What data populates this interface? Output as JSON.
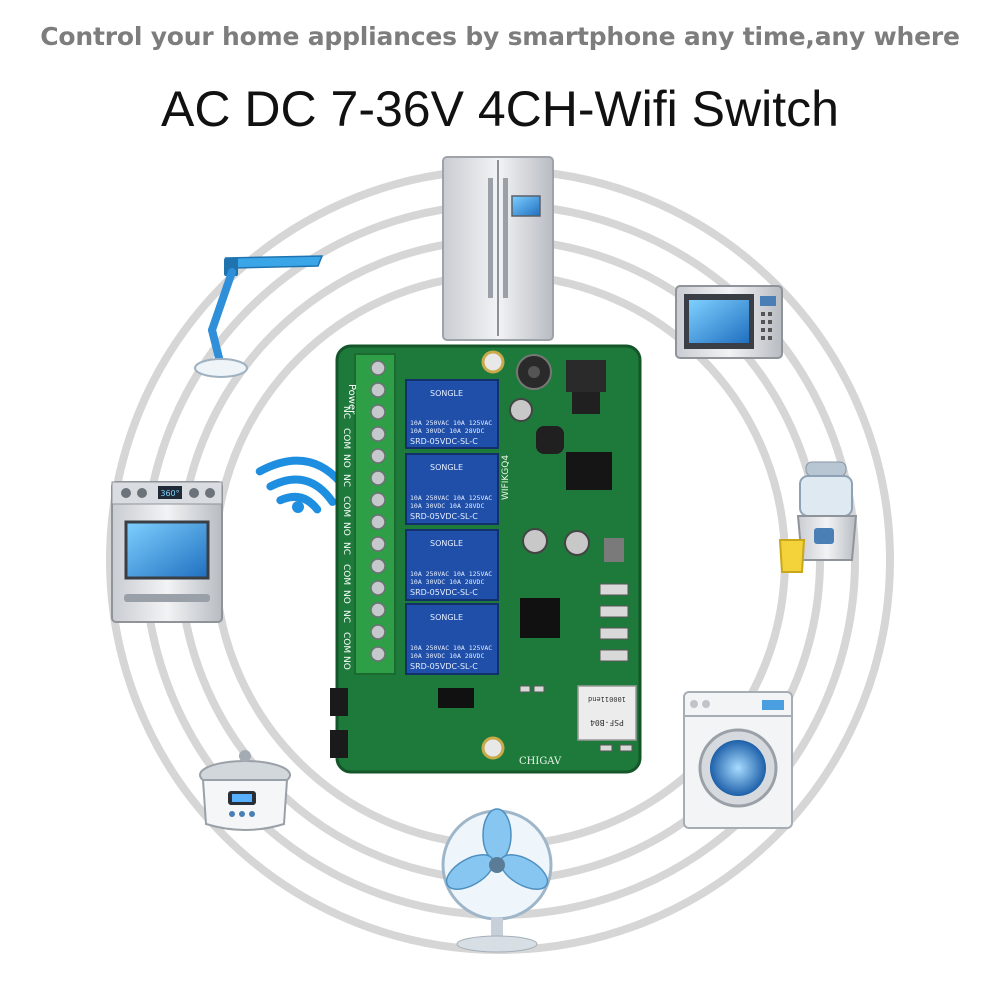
{
  "header": {
    "tagline": "Control your home appliances by smartphone any time,any where",
    "title": "AC DC 7-36V  4CH-Wifi Switch"
  },
  "board": {
    "terminal_label": "Power",
    "terminal_channel_labels": [
      "NC",
      "COM",
      "NO"
    ],
    "model_marking": "WIFIKGQ4",
    "brand_marking": "CHIGAV",
    "module_marking": [
      "PSF-B04",
      "100011end"
    ],
    "relays": [
      {
        "brand": "SONGLE",
        "rating_a": "10A 250VAC  10A 125VAC",
        "rating_b": "10A  30VDC  10A  28VDC",
        "model": "SRD-05VDC-SL-C"
      },
      {
        "brand": "SONGLE",
        "rating_a": "10A 250VAC  10A 125VAC",
        "rating_b": "10A  30VDC  10A  28VDC",
        "model": "SRD-05VDC-SL-C"
      },
      {
        "brand": "SONGLE",
        "rating_a": "10A 250VAC  10A 125VAC",
        "rating_b": "10A  30VDC  10A  28VDC",
        "model": "SRD-05VDC-SL-C"
      },
      {
        "brand": "SONGLE",
        "rating_a": "10A 250VAC  10A 125VAC",
        "rating_b": "10A  30VDC  10A  28VDC",
        "model": "SRD-05VDC-SL-C"
      }
    ]
  },
  "appliances": {
    "oven_display": "360°"
  },
  "icons": [
    "refrigerator-icon",
    "microwave-icon",
    "juicer-icon",
    "washing-machine-icon",
    "fan-icon",
    "rice-cooker-icon",
    "oven-icon",
    "desk-lamp-icon",
    "wifi-icon"
  ],
  "colors": {
    "board_green": "#1e7a3a",
    "terminal_green": "#2e9e47",
    "relay_blue": "#1f4fa8",
    "appliance_blue": "#2f8fd8",
    "ring_gray": "#d6d6d6"
  }
}
